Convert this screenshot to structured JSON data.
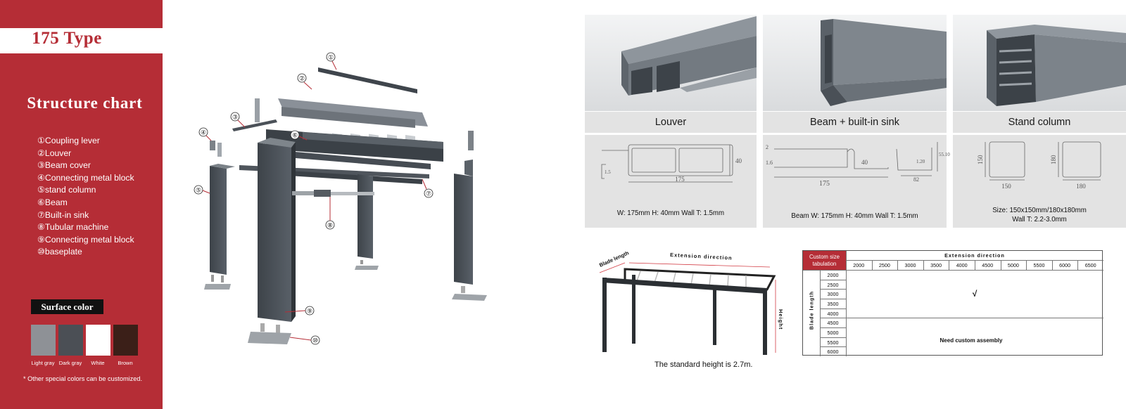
{
  "side": {
    "type_title": "175  Type",
    "structure_title": "Structure chart",
    "parts": [
      "①Coupling lever",
      "②Louver",
      "③Beam cover",
      "④Connecting metal block",
      "⑤stand column",
      "⑥Beam",
      "⑦Built-in sink",
      "⑧Tubular machine",
      "⑨Connecting metal block",
      "⑩baseplate"
    ],
    "surface_color_label": "Surface color",
    "colors": [
      {
        "name": "Light gray",
        "hex": "#8e9196"
      },
      {
        "name": "Dark gray",
        "hex": "#4b4f55"
      },
      {
        "name": "White",
        "hex": "#ffffff"
      },
      {
        "name": "Brown",
        "hex": "#3b1f18"
      }
    ],
    "note": "* Other special colors can be customized.",
    "accent": "#b52d36"
  },
  "exploded": {
    "callouts": [
      "①",
      "②",
      "③",
      "④",
      "⑤",
      "⑥",
      "⑦",
      "⑧",
      "⑨",
      "⑩"
    ]
  },
  "profiles": [
    {
      "name": "Louver",
      "dims": {
        "width": "175",
        "height": "40",
        "lip": "1.5"
      },
      "spec": [
        "W:  175mm  H:  40mm  Wall T:  1.5mm"
      ]
    },
    {
      "name": "Beam + built-in sink",
      "dims": {
        "width": "175",
        "height": "40",
        "top": "2",
        "wall": "1.6",
        "sink_w": "82",
        "sink_h": "1.20",
        "total_h": "55.10"
      },
      "spec": [
        "Beam W:  175mm  H:  40mm  Wall T:  1.5mm"
      ]
    },
    {
      "name": "Stand column",
      "dims": {
        "a_w": "150",
        "a_h": "150",
        "b_w": "180",
        "b_h": "180"
      },
      "spec": [
        "Size:  150x150mm/180x180mm",
        "Wall T:  2.2-3.0mm"
      ]
    }
  ],
  "pergola": {
    "blade_length": "Blade length",
    "extension_direction": "Extension direction",
    "height": "Height",
    "standard_height": "The standard height is 2.7m."
  },
  "size_table": {
    "corner_label": "Custom size tabulation",
    "extension_label": "Extension direction",
    "blade_label": "Blade length",
    "columns": [
      "2000",
      "2500",
      "3000",
      "3500",
      "4000",
      "4500",
      "5000",
      "5500",
      "6000",
      "6500"
    ],
    "rows": [
      "2000",
      "2500",
      "3000",
      "3500",
      "4000",
      "4500",
      "5000",
      "5500",
      "6000"
    ],
    "standard_mark": "√",
    "custom_note": "Need custom assembly"
  }
}
